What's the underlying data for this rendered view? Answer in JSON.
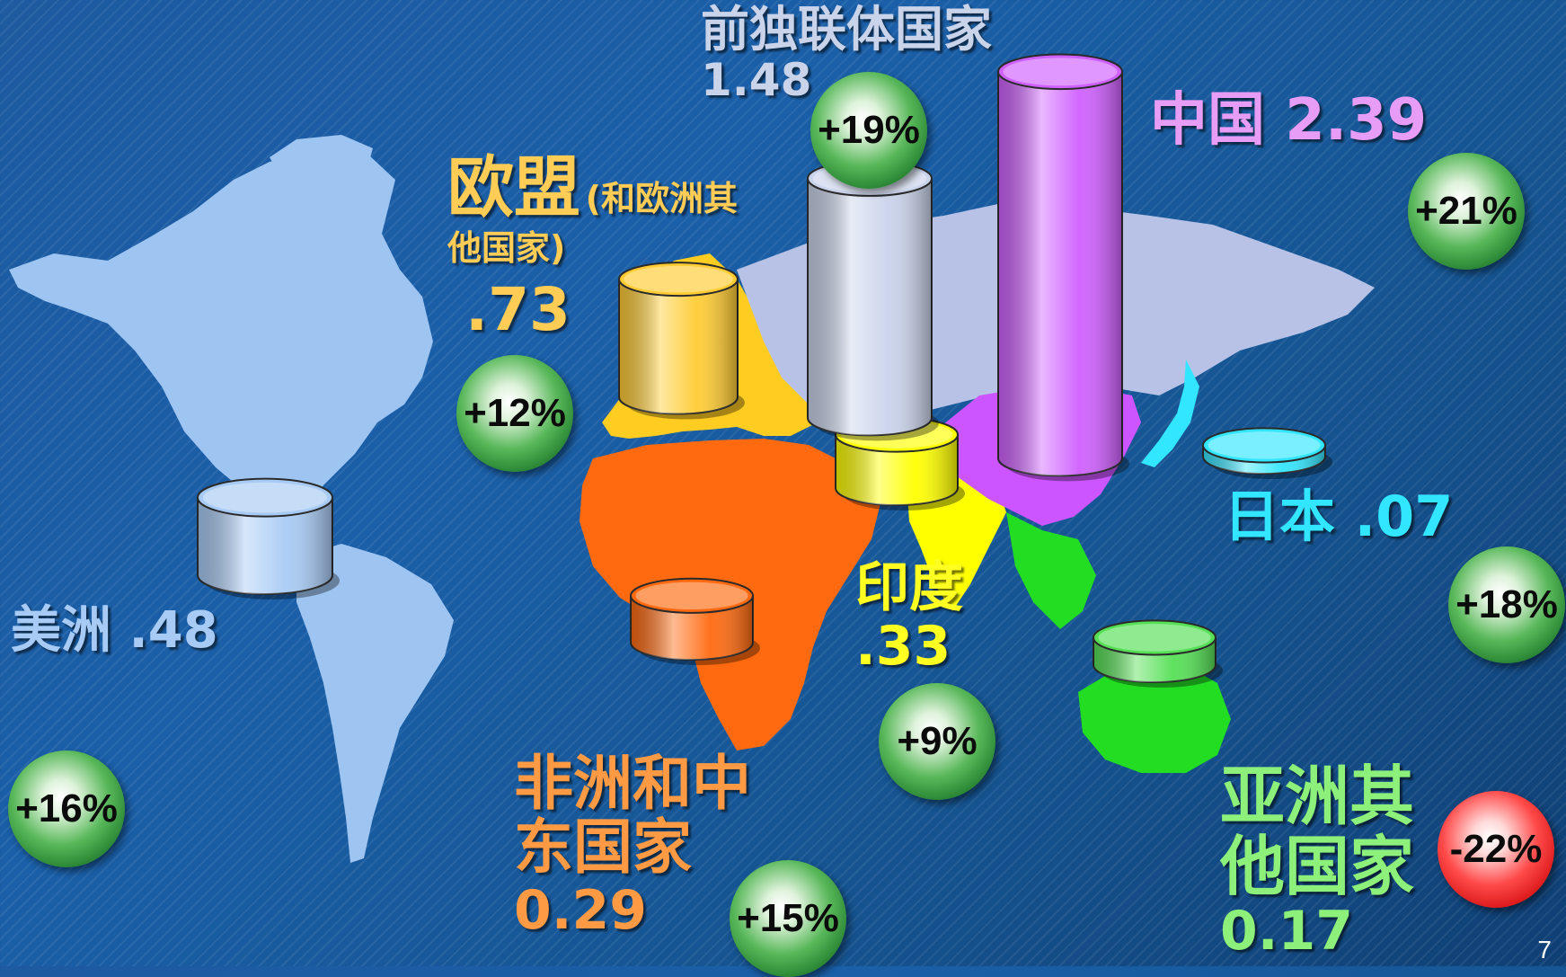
{
  "chart_data": {
    "type": "bar",
    "categories": [
      "美洲",
      "欧盟 (和欧洲其他国家)",
      "前独联体国家",
      "中国",
      "日本",
      "印度",
      "非洲和中东国家",
      "亚洲其他国家"
    ],
    "values": [
      0.48,
      0.73,
      1.48,
      2.39,
      0.07,
      0.33,
      0.29,
      0.17
    ],
    "changes": [
      "+16%",
      "+12%",
      "+19%",
      "+21%",
      "+18%",
      "+9%",
      "+15%",
      "-22%"
    ],
    "regions": [
      {
        "name": "美洲",
        "value_text": ".48",
        "change": "+16%",
        "direction": "up",
        "color": "#a8cbf5"
      },
      {
        "name": "欧盟",
        "note": "(和欧洲其他国家)",
        "value_text": ".73",
        "change": "+12%",
        "direction": "up",
        "color": "#ffcc33"
      },
      {
        "name": "前独联体国家",
        "value_text": "1.48",
        "change": "+19%",
        "direction": "up",
        "color": "#c9d3ea"
      },
      {
        "name": "中国",
        "value_text": "2.39",
        "change": "+21%",
        "direction": "up",
        "color": "#d060ff"
      },
      {
        "name": "日本",
        "value_text": ".07",
        "change": "+18%",
        "direction": "up",
        "color": "#33e6ff"
      },
      {
        "name": "印度",
        "value_text": ".33",
        "change": "+9%",
        "direction": "up",
        "color": "#ffff00"
      },
      {
        "name": "非洲和中东国家",
        "value_text": "0.29",
        "change": "+15%",
        "direction": "up",
        "color": "#ff6a10"
      },
      {
        "name": "亚洲其他国家",
        "value_text": "0.17",
        "change": "-22%",
        "direction": "down",
        "color": "#55e055"
      }
    ]
  },
  "colors": {
    "americas_label": "#a8cbf5",
    "eu_label": "#ffcc55",
    "cis_label": "#c9d3ea",
    "china_label": "#e79cf5",
    "japan_label": "#33e6ff",
    "india_label": "#ffff22",
    "africa_label": "#ff9a44",
    "asia_label": "#8cf07a",
    "map_land": "#9ec5f2",
    "map_asia": "#b7c2e6"
  },
  "page_number": "7"
}
